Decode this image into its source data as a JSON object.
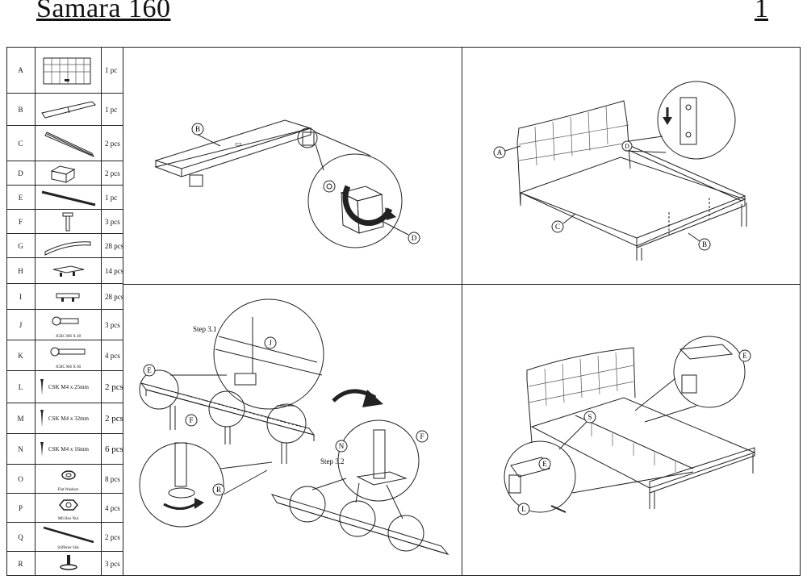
{
  "header": {
    "title": "Samara 160",
    "page_number": "1"
  },
  "parts": [
    {
      "letter": "A",
      "qty": "1 pc",
      "icon": "headboard-icon"
    },
    {
      "letter": "B",
      "qty": "1 pc",
      "icon": "footboard-panel-icon"
    },
    {
      "letter": "C",
      "qty": "2 pcs",
      "icon": "side-rail-icon"
    },
    {
      "letter": "D",
      "qty": "2 pcs",
      "icon": "block-icon"
    },
    {
      "letter": "E",
      "qty": "1 pc",
      "icon": "center-beam-icon"
    },
    {
      "letter": "F",
      "qty": "3 pcs",
      "icon": "leg-icon"
    },
    {
      "letter": "G",
      "qty": "28 pcs",
      "icon": "slat-icon"
    },
    {
      "letter": "H",
      "qty": "14 pcs",
      "icon": "slat-holder-icon"
    },
    {
      "letter": "I",
      "qty": "28 pcs",
      "icon": "slat-cap-icon"
    },
    {
      "letter": "J",
      "qty": "3 pcs",
      "caption": "JCBC M6 X 40",
      "icon": "bolt-icon"
    },
    {
      "letter": "K",
      "qty": "4 pcs",
      "caption": "JCBC M6 X 60",
      "icon": "bolt-icon"
    },
    {
      "letter": "L",
      "qty": "2 pcs",
      "caption": "CSK M4 x 25mm",
      "icon": "screw-icon"
    },
    {
      "letter": "M",
      "qty": "2 pcs",
      "caption": "CSK M4 x 32mm",
      "icon": "screw-icon"
    },
    {
      "letter": "N",
      "qty": "6 pcs",
      "caption": "CSK M4 x 16mm",
      "icon": "screw-icon"
    },
    {
      "letter": "O",
      "qty": "8 pcs",
      "caption": "Flat Washers",
      "icon": "washer-icon"
    },
    {
      "letter": "P",
      "qty": "4 pcs",
      "caption": "M6 Hex Nut",
      "icon": "hex-nut-icon"
    },
    {
      "letter": "Q",
      "qty": "2 pcs",
      "caption": "Stiffener Slat",
      "icon": "stiffener-icon"
    },
    {
      "letter": "R",
      "qty": "3 pcs",
      "icon": "adjuster-foot-icon"
    }
  ],
  "step1": {
    "labels": [
      "B",
      "D"
    ]
  },
  "step2": {
    "labels": [
      "A",
      "B",
      "C",
      "D"
    ]
  },
  "step3": {
    "labels": [
      "E",
      "F",
      "J",
      "R",
      "N",
      "F"
    ],
    "sub1": "Step 3.1",
    "sub2": "Step 3.2"
  },
  "step4": {
    "labels": [
      "E",
      "E",
      "S",
      "L"
    ]
  }
}
